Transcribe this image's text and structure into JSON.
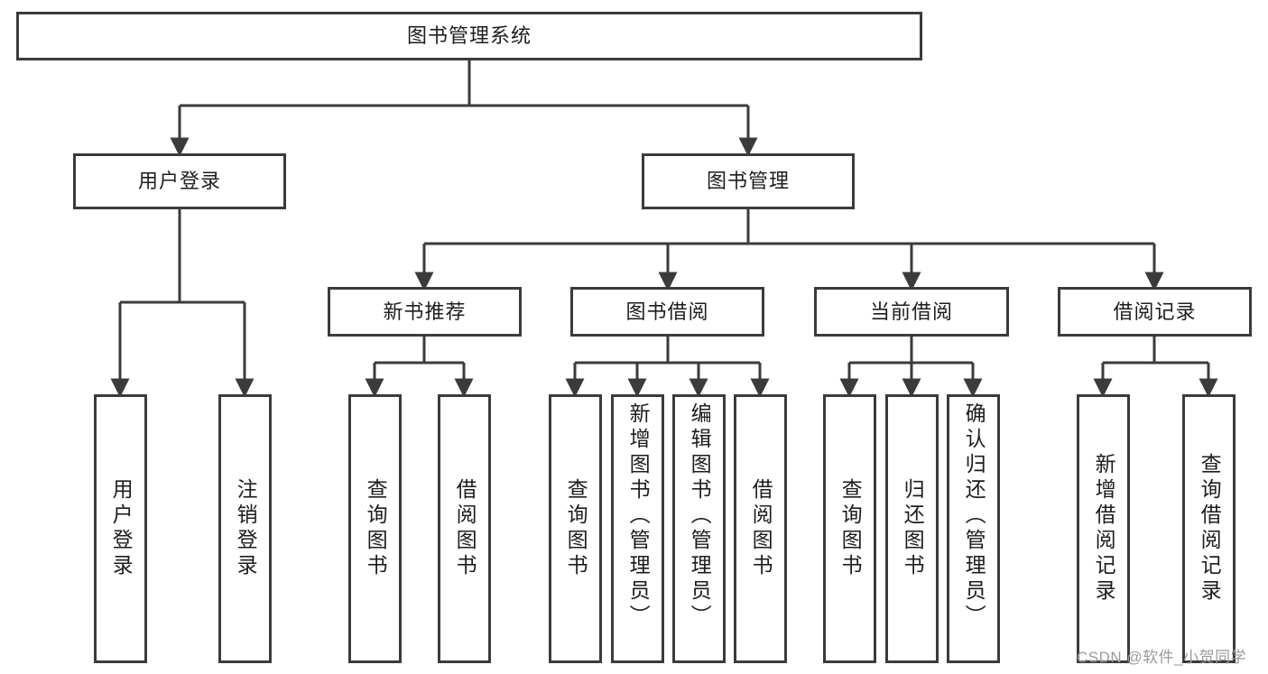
{
  "diagram": {
    "type": "hierarchy-tree",
    "title": "图书管理系统",
    "watermark": "CSDN @软件_小贺同学",
    "colors": {
      "box_border": "#3b3b3b",
      "box_fill": "#ffffff",
      "connector": "#3b3b3b",
      "text": "#1d1d1d",
      "watermark": "#9a9a9a"
    },
    "nodes": {
      "root": {
        "label": "图书管理系统"
      },
      "level2": [
        {
          "id": "user-login",
          "label": "用户登录"
        },
        {
          "id": "book-management",
          "label": "图书管理"
        }
      ],
      "level3": [
        {
          "id": "new-book-recommend",
          "label": "新书推荐"
        },
        {
          "id": "book-borrow",
          "label": "图书借阅"
        },
        {
          "id": "current-borrow",
          "label": "当前借阅"
        },
        {
          "id": "borrow-record",
          "label": "借阅记录"
        }
      ],
      "leaves": {
        "user-login": [
          {
            "id": "user-login-leaf",
            "label": "用户登录"
          },
          {
            "id": "logout-leaf",
            "label": "注销登录"
          }
        ],
        "new-book-recommend": [
          {
            "id": "query-book-1",
            "label": "查询图书"
          },
          {
            "id": "borrow-book-1",
            "label": "借阅图书"
          }
        ],
        "book-borrow": [
          {
            "id": "query-book-2",
            "label": "查询图书"
          },
          {
            "id": "add-book",
            "label": "新增图书（管理员）"
          },
          {
            "id": "edit-book",
            "label": "编辑图书（管理员）"
          },
          {
            "id": "borrow-book-2",
            "label": "借阅图书"
          }
        ],
        "current-borrow": [
          {
            "id": "query-book-3",
            "label": "查询图书"
          },
          {
            "id": "return-book",
            "label": "归还图书"
          },
          {
            "id": "confirm-return",
            "label": "确认归还（管理员）"
          }
        ],
        "borrow-record": [
          {
            "id": "add-borrow-record",
            "label": "新增借阅记录"
          },
          {
            "id": "query-borrow-record",
            "label": "查询借阅记录"
          }
        ]
      }
    }
  }
}
